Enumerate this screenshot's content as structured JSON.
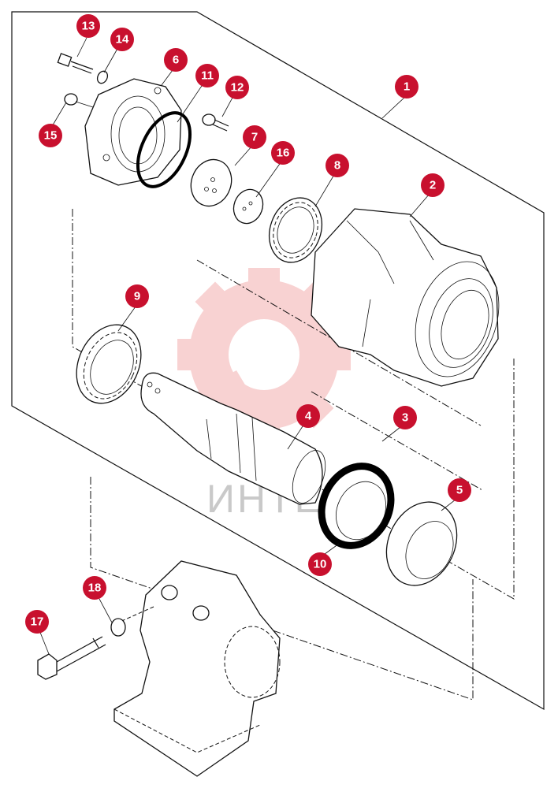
{
  "watermark": {
    "text": "ИНТЕ",
    "text_color": "#c9c9c9",
    "gear_color": "#f6c4c4",
    "logo": "gear-wrench-logo"
  },
  "colors": {
    "badge": "#c8102e",
    "badge_text": "#ffffff",
    "line": "#111111"
  },
  "callouts": [
    "1",
    "2",
    "3",
    "4",
    "5",
    "6",
    "7",
    "8",
    "9",
    "10",
    "11",
    "12",
    "13",
    "14",
    "15",
    "16",
    "17",
    "18"
  ]
}
